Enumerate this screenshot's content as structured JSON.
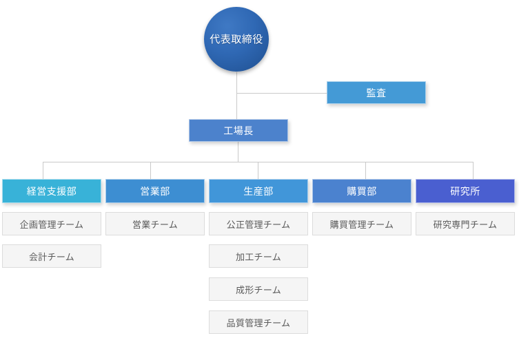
{
  "chart": {
    "type": "org-chart",
    "title": "",
    "root": {
      "id": "ceo",
      "label": "代表取締役",
      "shape": "circle",
      "color": "#2f68b4"
    },
    "staff": [
      {
        "id": "audit",
        "label": "監査",
        "shape": "rect",
        "color": "#449ad6",
        "relation": "staff-of-ceo"
      }
    ],
    "middle": {
      "id": "plant-manager",
      "label": "工場長",
      "shape": "rect",
      "color": "#4c82cc",
      "relation": "reports-to-ceo"
    },
    "departments": [
      {
        "id": "dept-management-support",
        "label": "経営支援部",
        "color": "#38b2d8",
        "teams": [
          "企画管理チーム",
          "会計チーム"
        ]
      },
      {
        "id": "dept-sales",
        "label": "営業部",
        "color": "#3d8ed2",
        "teams": [
          "営業チーム"
        ]
      },
      {
        "id": "dept-production",
        "label": "生産部",
        "color": "#4196d9",
        "teams": [
          "公正管理チーム",
          "加工チーム",
          "成形チーム",
          "品質管理チーム"
        ]
      },
      {
        "id": "dept-purchasing",
        "label": "購買部",
        "color": "#4b82cf",
        "teams": [
          "購買管理チーム"
        ]
      },
      {
        "id": "dept-research",
        "label": "研究所",
        "color": "#4a5fd0",
        "teams": [
          "研究専門チーム"
        ]
      }
    ],
    "palette": {
      "connector": "#c9c9c9",
      "team_fill": "#f5f5f5",
      "team_border": "#dcdcdc",
      "team_text": "#5a5a5a",
      "box_text": "#ffffff",
      "background": "#ffffff"
    }
  }
}
